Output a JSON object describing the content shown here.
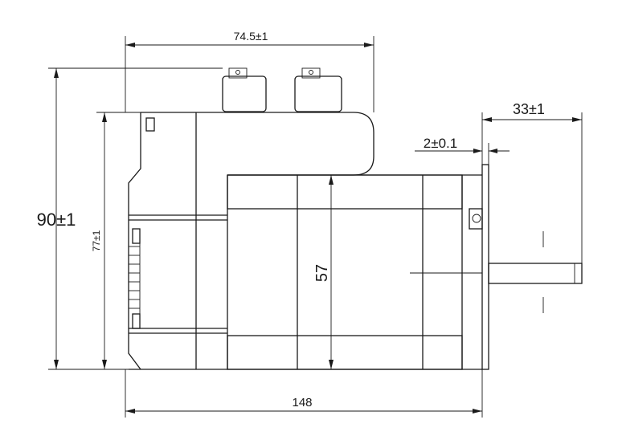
{
  "dimensions": {
    "top_width": "74.5±1",
    "shaft_length": "33±1",
    "flange_thickness": "2±0.1",
    "total_height": "90±1",
    "inner_height": "77±1",
    "body_size": "57",
    "total_length": "148"
  },
  "colors": {
    "line": "#1a1a1a",
    "background": "#ffffff"
  }
}
